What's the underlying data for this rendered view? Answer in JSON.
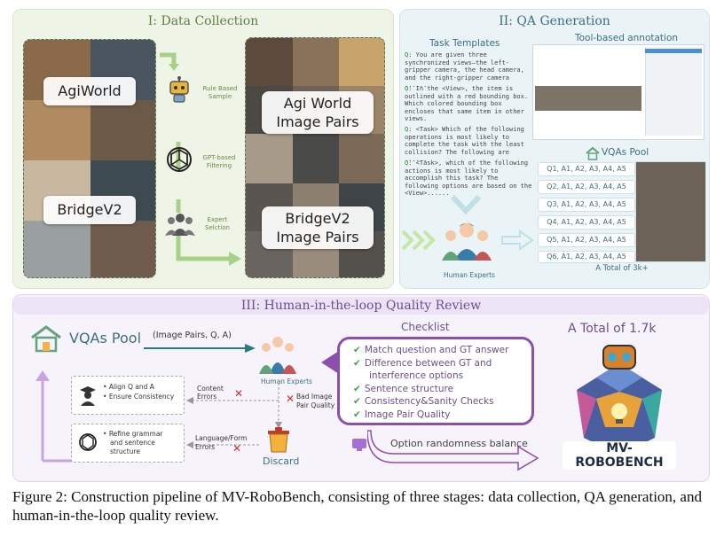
{
  "stage1": {
    "title": "I: Data Collection",
    "source_a": "AgiWorld",
    "source_b": "BridgeV2",
    "steps": [
      "Rule Based Sample",
      "GPT-based Filtering",
      "Expert Selction"
    ],
    "pairs_a": "Agi World Image Pairs",
    "pairs_b": "BridgeV2 Image Pairs"
  },
  "stage2": {
    "title": "II: QA Generation",
    "templates_title": "Task Templates",
    "tool_title": "Tool-based annotation",
    "questions": [
      {
        "label": "Q:",
        "text": "You are given three synchronized views—the left-gripper camera, the head camera, and the right-gripper camera ......"
      },
      {
        "label": "Q:",
        "text": "In the <View>, the item is outlined with a red bounding box. Which colored bounding box encloses that same item in other views."
      },
      {
        "label": "Q:",
        "text": "<Task> Which of the following operations is most likely to complete the task with the least collision? The following are ......"
      },
      {
        "label": "Q:",
        "text": "<Task>, which of the following actions is most likely to accomplish this task? The following options are based on the <View>......"
      }
    ],
    "human_experts": "Human Experts",
    "vqas_pool": "VQAs Pool",
    "vqa_rows": [
      "Q1, A1, A2, A3, A4, A5",
      "Q2, A1, A2, A3, A4, A5",
      "Q3, A1, A2, A3, A4, A5",
      "Q4, A1, A2, A3, A4, A5",
      "Q5, A1, A2, A3, A4, A5",
      "Q6, A1, A2, A3, A4, A5"
    ],
    "total": "A Total of 3k+"
  },
  "stage3": {
    "title": "III: Human-in-the-loop Quality Review",
    "vqas_pool": "VQAs Pool",
    "flow_label": "(Image Pairs, Q, A)",
    "human_experts": "Human Experts",
    "align_box": [
      "Align Q and A",
      "Ensure Consistency"
    ],
    "refine_box": [
      "Refine grammar",
      "and sentence",
      "structure"
    ],
    "content_errors": [
      "Content",
      "Errors"
    ],
    "language_errors": [
      "Language/Form",
      "Errors"
    ],
    "bad_image": [
      "Bad Image",
      "Pair Quality"
    ],
    "discard": "Discard",
    "checklist_title": "Checklist",
    "checklist": [
      "Match question and GT answer",
      "Difference between GT and",
      "interference options",
      "Sentence structure",
      "Consistency&Sanity Checks",
      "Image Pair Quality"
    ],
    "option_balance": "Option randomness balance",
    "total": "A Total of 1.7k",
    "bench_name": "MV-ROBOBENCH"
  },
  "caption": "Figure 2: Construction pipeline of MV-RoboBench, consisting of three stages: data collection, QA generation, and human-in-the-loop quality review."
}
